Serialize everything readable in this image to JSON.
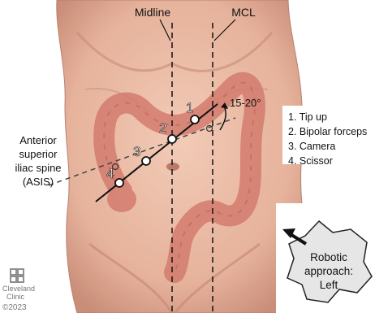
{
  "labels": {
    "midline": "Midline",
    "mcl": "MCL",
    "angle": "15-20°",
    "asis_lines": [
      "Anterior",
      "superior",
      "iliac spine",
      "(ASIS)"
    ]
  },
  "ports": [
    {
      "number": "1",
      "name": "Tip up"
    },
    {
      "number": "2",
      "name": "Bipolar forceps"
    },
    {
      "number": "3",
      "name": "Camera"
    },
    {
      "number": "4",
      "name": "Scissor"
    }
  ],
  "legend": [
    "1.  Tip up",
    "2.  Bipolar forceps",
    "3.  Camera",
    "4.  Scissor"
  ],
  "approach": {
    "lines": [
      "Robotic",
      "approach:",
      "Left"
    ]
  },
  "logo": {
    "line1": "Cleveland",
    "line2": "Clinic",
    "copyright": "©2023"
  },
  "colors": {
    "skin": "#e9bba5",
    "skin_shadow": "#c98d78",
    "colon": "#d37c6e",
    "colon_dark": "#b65c50",
    "line": "#111111",
    "port_fill": "#ffffff"
  }
}
